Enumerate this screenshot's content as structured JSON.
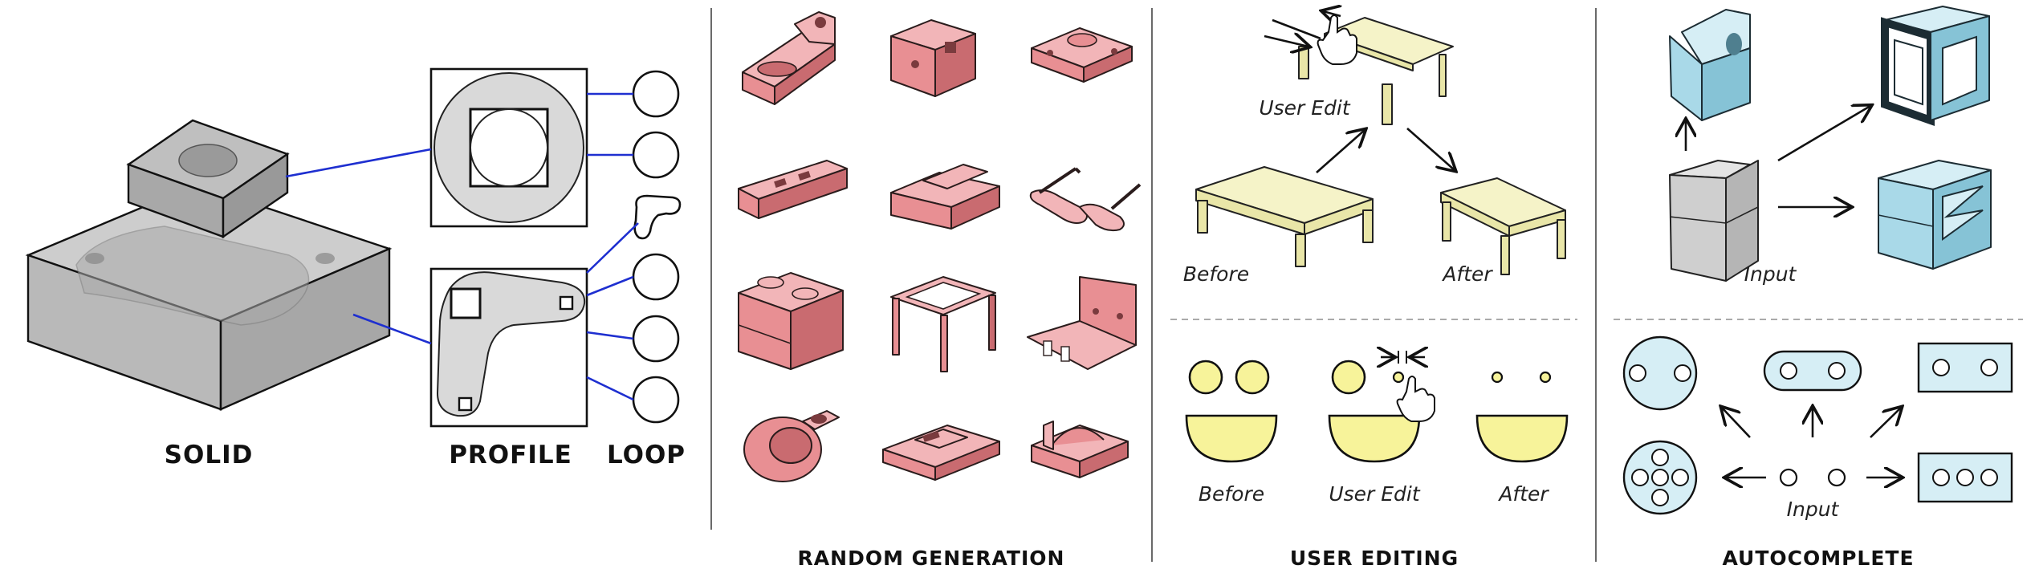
{
  "figure": {
    "panel_solid": {
      "label": "SOLID"
    },
    "panel_profile": {
      "label": "PROFILE"
    },
    "panel_loop": {
      "label": "LOOP"
    },
    "panel_random": {
      "label": "RANDOM GENERATION"
    },
    "panel_editing": {
      "label": "USER EDITING",
      "top_user_edit": "User Edit",
      "top_before": "Before",
      "top_after": "After",
      "bottom_before": "Before",
      "bottom_user_edit": "User Edit",
      "bottom_after": "After"
    },
    "panel_autocomplete": {
      "label": "AUTOCOMPLETE",
      "top_input": "Input",
      "bottom_input": "Input"
    }
  },
  "colors": {
    "link_blue": "#1e2fd0",
    "part_pink": "#e88f93",
    "edit_yellow": "#f5f3c8",
    "auto_blue": "#a9d9e8",
    "divider": "#444444"
  }
}
